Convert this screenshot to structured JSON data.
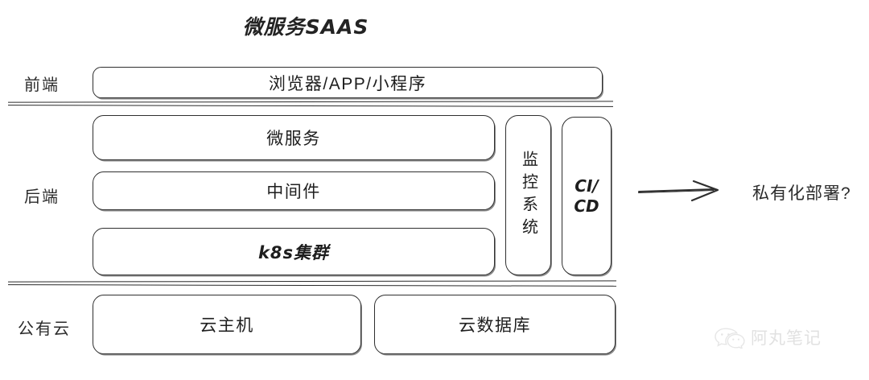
{
  "title": "微服务SAAS",
  "rows": [
    {
      "key": "frontend",
      "label": "前端"
    },
    {
      "key": "backend",
      "label": "后端"
    },
    {
      "key": "cloud",
      "label": "公有云"
    }
  ],
  "frontend": {
    "box": "浏览器/APP/小程序"
  },
  "backend": {
    "stack": [
      {
        "name": "microservice",
        "label": "微服务"
      },
      {
        "name": "middleware",
        "label": "中间件"
      },
      {
        "name": "k8s",
        "label": "k8s集群"
      }
    ],
    "sidecars": [
      {
        "name": "monitoring",
        "label": "监控系统"
      },
      {
        "name": "cicd",
        "label": "CI/\nCD"
      }
    ]
  },
  "cloud": {
    "boxes": [
      {
        "name": "cloud-host",
        "label": "云主机"
      },
      {
        "name": "cloud-db",
        "label": "云数据库"
      }
    ]
  },
  "callout": {
    "arrow_icon": "arrow-right-icon",
    "label": "私有化部署?"
  },
  "watermark": {
    "icon": "wechat-icon",
    "text": "阿丸笔记"
  },
  "colors": {
    "stroke": "#2f2f2f",
    "text": "#1e1e1e",
    "background": "#ffffff",
    "watermark": "#b9b9b9"
  }
}
